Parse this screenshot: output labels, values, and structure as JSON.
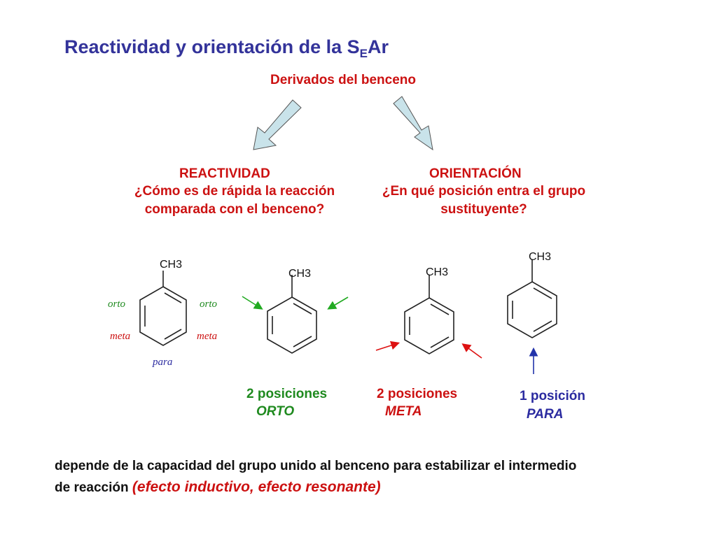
{
  "title": {
    "main": "Reactividad y orientación de la S",
    "sub": "E",
    "tail": "Ar"
  },
  "header": "Derivados del benceno",
  "reactividad": {
    "heading": "REACTIVIDAD",
    "q1": "¿Cómo es de rápida la reacción",
    "q2": "comparada con el benceno?"
  },
  "orientacion": {
    "heading": "ORIENTACIÓN",
    "q1": "¿En qué posición entra el grupo",
    "q2": "sustituyente?"
  },
  "molecule_labels": {
    "ch3": "CH3",
    "orto": "orto",
    "meta": "meta",
    "para": "para"
  },
  "positions": {
    "orto": {
      "line1": "2 posiciones",
      "line2": "ORTO"
    },
    "meta": {
      "line1": "2 posiciones",
      "line2": "META"
    },
    "para": {
      "line1": "1 posición",
      "line2": "PARA"
    }
  },
  "footer": {
    "line1": "depende de la capacidad del grupo unido al benceno para estabilizar el intermedio",
    "line2": "de reacción",
    "paren": "(efecto inductivo, efecto resonante)"
  },
  "colors": {
    "title": "#33339a",
    "red": "#cc1111",
    "green": "#1f8a1f",
    "blue": "#2b2ba0",
    "arrow_fill": "#c9e3ea"
  }
}
